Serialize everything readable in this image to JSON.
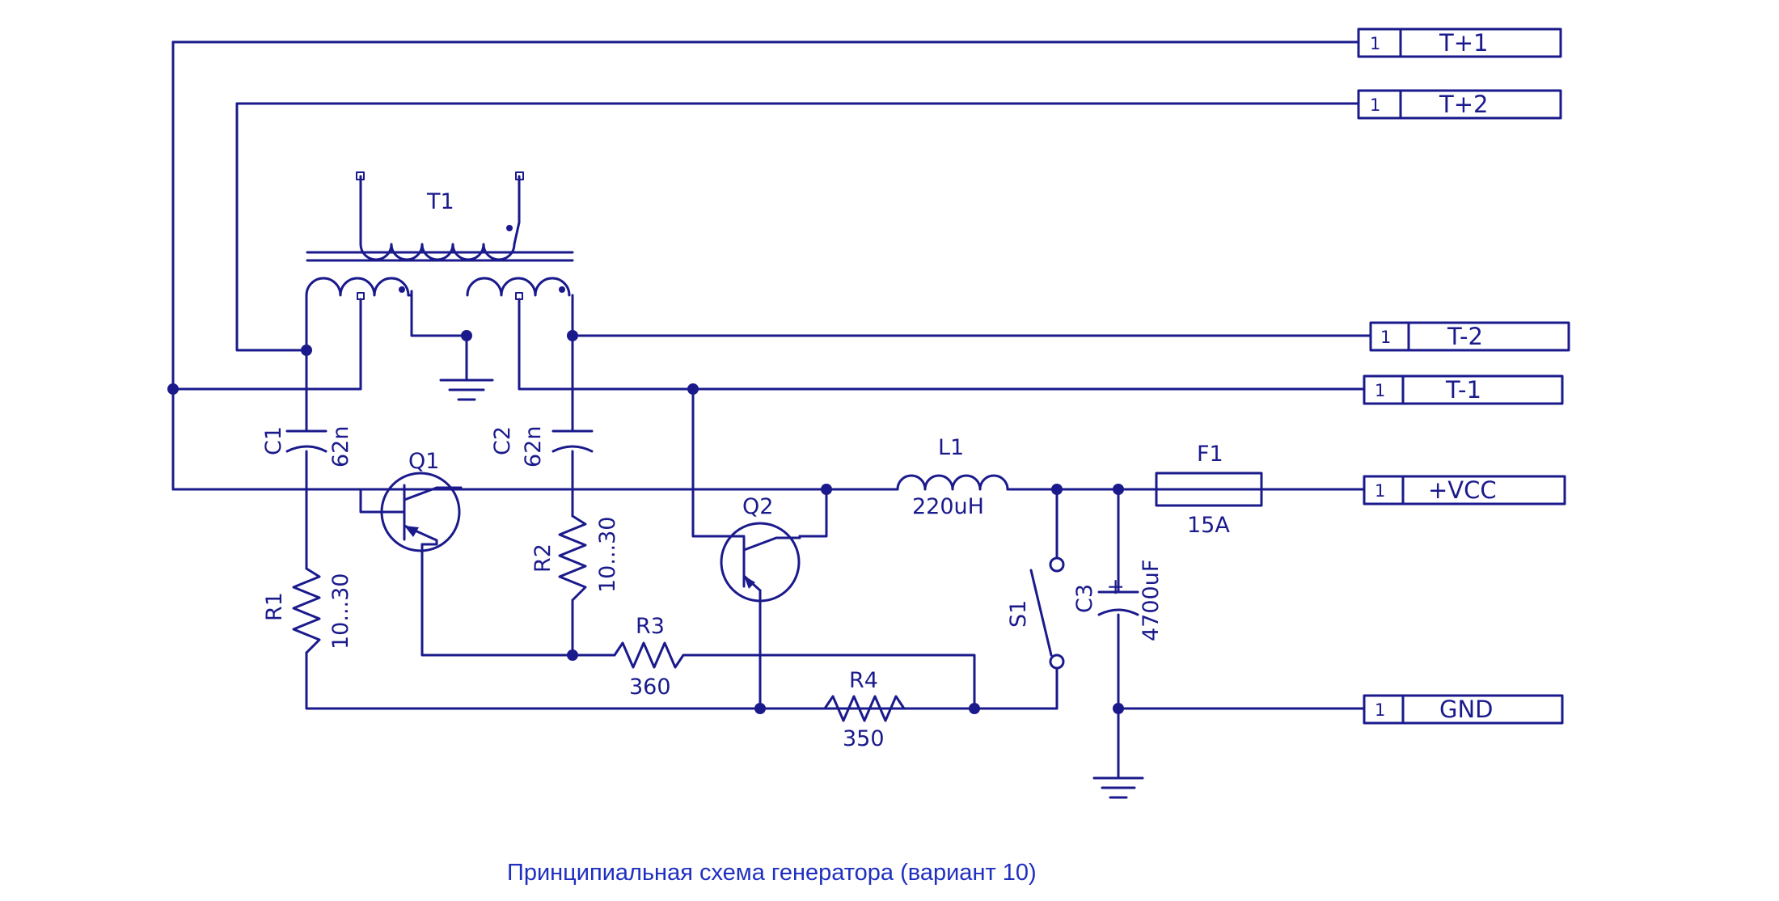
{
  "caption": "Принципиальная схема генератора (вариант 10)",
  "colors": {
    "wire": "#1a1a8c",
    "caption": "#1f2fbf",
    "background": "#ffffff"
  },
  "connectors": [
    {
      "id": "t-plus-1",
      "pin": "1",
      "name": "T+1"
    },
    {
      "id": "t-plus-2",
      "pin": "1",
      "name": "T+2"
    },
    {
      "id": "t-minus-2",
      "pin": "1",
      "name": "T-2"
    },
    {
      "id": "t-minus-1",
      "pin": "1",
      "name": "T-1"
    },
    {
      "id": "vcc",
      "pin": "1",
      "name": "+VCC"
    },
    {
      "id": "gnd",
      "pin": "1",
      "name": "GND"
    }
  ],
  "components": {
    "T1": {
      "ref": "T1"
    },
    "C1": {
      "ref": "C1",
      "value": "62n"
    },
    "C2": {
      "ref": "C2",
      "value": "62n"
    },
    "Q1": {
      "ref": "Q1"
    },
    "Q2": {
      "ref": "Q2"
    },
    "R1": {
      "ref": "R1",
      "value": "10...30"
    },
    "R2": {
      "ref": "R2",
      "value": "10...30"
    },
    "R3": {
      "ref": "R3",
      "value": "360"
    },
    "R4": {
      "ref": "R4",
      "value": "350"
    },
    "L1": {
      "ref": "L1",
      "value": "220uH"
    },
    "F1": {
      "ref": "F1",
      "value": "15A"
    },
    "S1": {
      "ref": "S1"
    },
    "C3": {
      "ref": "C3",
      "value": "4700uF",
      "polarity": "+"
    }
  }
}
